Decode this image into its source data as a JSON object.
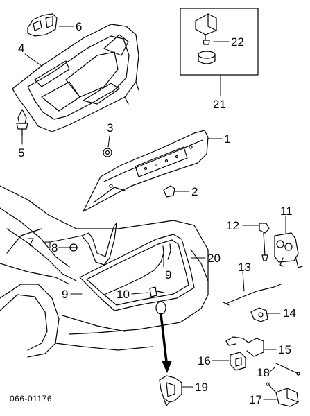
{
  "diagram": {
    "code": "066-01176",
    "callouts": [
      {
        "id": "c6",
        "text": "6"
      },
      {
        "id": "c4",
        "text": "4"
      },
      {
        "id": "c22",
        "text": "22"
      },
      {
        "id": "c21",
        "text": "21"
      },
      {
        "id": "c3",
        "text": "3"
      },
      {
        "id": "c1",
        "text": "1"
      },
      {
        "id": "c5",
        "text": "5"
      },
      {
        "id": "c2",
        "text": "2"
      },
      {
        "id": "c11",
        "text": "11"
      },
      {
        "id": "c12",
        "text": "12"
      },
      {
        "id": "c7",
        "text": "7"
      },
      {
        "id": "c8",
        "text": "8"
      },
      {
        "id": "c20",
        "text": "20"
      },
      {
        "id": "c13",
        "text": "13"
      },
      {
        "id": "c9a",
        "text": "9"
      },
      {
        "id": "c9b",
        "text": "9"
      },
      {
        "id": "c10",
        "text": "10"
      },
      {
        "id": "c14",
        "text": "14"
      },
      {
        "id": "c15",
        "text": "15"
      },
      {
        "id": "c16",
        "text": "16"
      },
      {
        "id": "c18",
        "text": "18"
      },
      {
        "id": "c19",
        "text": "19"
      },
      {
        "id": "c17",
        "text": "17"
      }
    ]
  }
}
